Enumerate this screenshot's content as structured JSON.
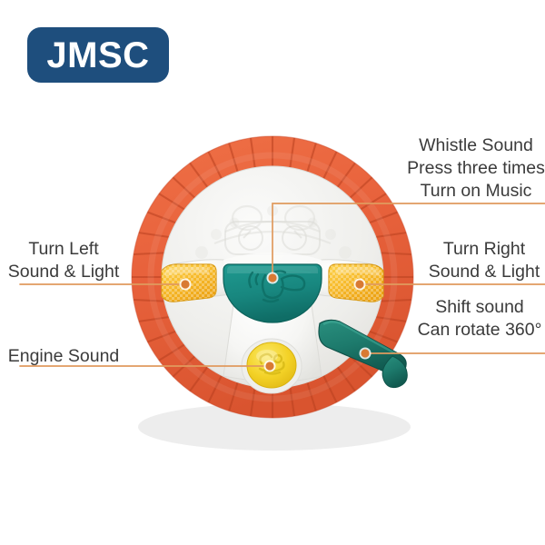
{
  "brand": {
    "logo_text": "JMSC",
    "logo_bg_color": "#1e4e7d",
    "logo_text_color": "#ffffff"
  },
  "page": {
    "background_color": "#ffffff",
    "label_text_color": "#3b3b3b",
    "leader_line_color": "#e09a5e"
  },
  "product": {
    "name": "toy-steering-wheel",
    "colors": {
      "rim": "#e8623c",
      "rim_dark": "#d4502c",
      "hub": "#f4f4f2",
      "hub_shadow": "#e3e3e0",
      "horn_button": "#18877f",
      "horn_button_dark": "#0e6f68",
      "turn_button": "#f6b428",
      "turn_button_light": "#fcd34a",
      "engine_button": "#f2d022",
      "shift_lever": "#1d7a6c",
      "shift_lever_dark": "#14625a"
    }
  },
  "callouts": [
    {
      "id": "whistle",
      "name": "whistle-sound-callout",
      "lines": [
        "Whistle Sound",
        "Press three times",
        "Turn on Music"
      ],
      "align": "center",
      "position": "top-right"
    },
    {
      "id": "turn-left",
      "name": "turn-left-callout",
      "lines": [
        "Turn Left",
        "Sound & Light"
      ],
      "align": "center",
      "position": "mid-left"
    },
    {
      "id": "turn-right",
      "name": "turn-right-callout",
      "lines": [
        "Turn Right",
        "Sound & Light"
      ],
      "align": "center",
      "position": "mid-right"
    },
    {
      "id": "shift",
      "name": "shift-sound-callout",
      "lines": [
        "Shift sound",
        "Can rotate 360°"
      ],
      "align": "center",
      "position": "lower-right"
    },
    {
      "id": "engine",
      "name": "engine-sound-callout",
      "lines": [
        "Engine Sound"
      ],
      "align": "center",
      "position": "lower-left"
    }
  ]
}
